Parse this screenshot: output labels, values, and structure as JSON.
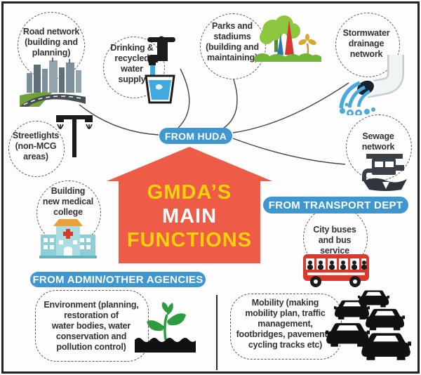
{
  "title": {
    "line1": "GMDA’S",
    "line2": "MAIN",
    "line3": "FUNCTIONS"
  },
  "badges": {
    "huda": "FROM HUDA",
    "transport": "FROM TRANSPORT DEPT",
    "admin": "FROM ADMIN/OTHER AGENCIES"
  },
  "nodes": {
    "road_network": {
      "lines": [
        "Road network",
        "(building and",
        "planning)"
      ],
      "icon": "city-road-icon"
    },
    "drinking_water": {
      "lines": [
        "Drinking &",
        "recycled",
        "water",
        "supply"
      ],
      "icon": "water-tap-icon"
    },
    "parks": {
      "lines": [
        "Parks and",
        "stadiums",
        "(building and",
        "maintaining)"
      ],
      "icon": "park-trees-icon"
    },
    "stormwater": {
      "lines": [
        "Stormwater",
        "drainage",
        "network"
      ],
      "icon": "storm-drain-icon"
    },
    "streetlights": {
      "lines": [
        "Streetlights",
        "(non-MCG",
        "areas)"
      ],
      "icon": "streetlight-icon"
    },
    "sewage": {
      "lines": [
        "Sewage",
        "network"
      ],
      "icon": "sewage-pipe-icon"
    },
    "medical_college": {
      "lines": [
        "Building",
        "new medical",
        "college"
      ],
      "icon": "hospital-icon"
    },
    "city_buses": {
      "lines": [
        "City buses",
        "and bus",
        "service"
      ],
      "icon": "bus-icon"
    },
    "environment": {
      "lines": [
        "Environment (planning,",
        "restoration of",
        "water bodies, water",
        "conservation and",
        "pollution control)"
      ],
      "icon": "plant-icon"
    },
    "mobility": {
      "lines": [
        "Mobility (making",
        "mobility plan, traffic",
        "management,",
        "footbridges, pavements,",
        "cycling tracks etc)"
      ],
      "icon": "traffic-cars-icon"
    }
  },
  "colors": {
    "arrow_red": "#ee5b46",
    "title_yellow": "#fdd20a",
    "title_white": "#ffffff",
    "badge_blue": "#3e97d1",
    "bus_red": "#d93a2b",
    "tree_green": "#8dc63f",
    "water_blue": "#3fa9e0",
    "text_dark": "#333333"
  }
}
